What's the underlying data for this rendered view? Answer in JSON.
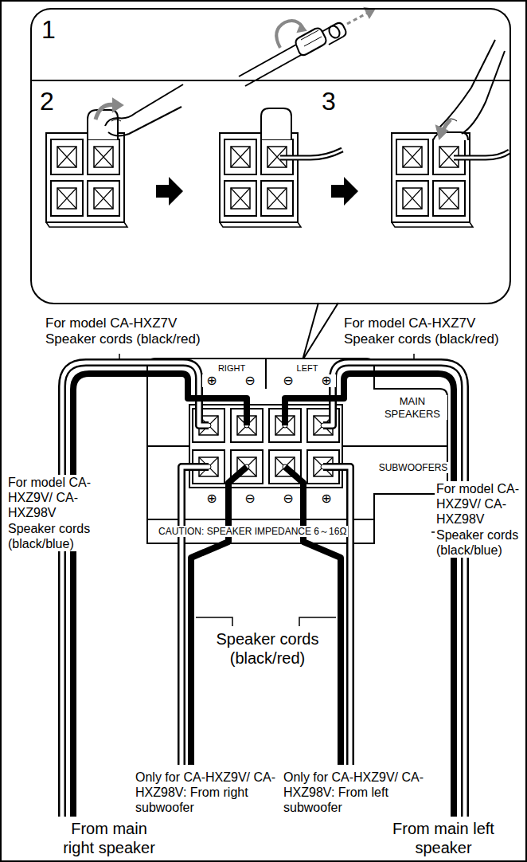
{
  "diagram": {
    "nodes": [
      {
        "text": [
          "1"
        ]
      },
      {
        "text": [
          "2",
          "3"
        ]
      },
      {
        "text": [
          "RIGHT",
          "LEFT",
          "⊕",
          "⊖",
          "⊖",
          "⊕",
          "MAIN SPEAKERS",
          "SUBWOOFERS",
          "⊕",
          "⊖",
          "⊖",
          "⊕",
          "CAUTION: SPEAKER IMPEDANCE 6～16Ω"
        ]
      }
    ],
    "labels": [
      "For model CA-HXZ7V Speaker cords (black/red)",
      "For model CA-HXZ7V Speaker cords (black/red)",
      "For model CA-HXZ9V/ CA-HXZ98V Speaker cords (black/blue)",
      "For model CA-HXZ9V/ CA-HXZ98V Speaker cords (black/blue)",
      "Speaker cords (black/red)",
      "Only for CA-HXZ9V/ CA-HXZ98V: From right subwoofer",
      "Only for CA-HXZ9V/ CA-HXZ98V: From left subwoofer",
      "From main right speaker",
      "From main left speaker"
    ]
  }
}
